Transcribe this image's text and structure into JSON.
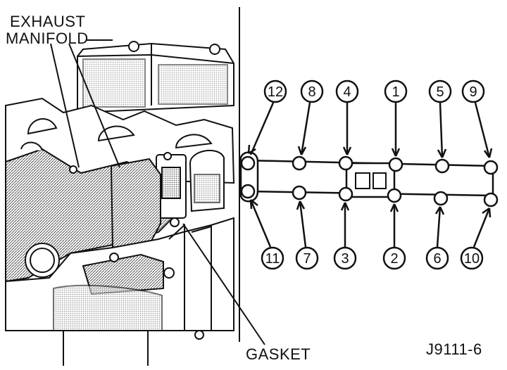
{
  "labels": {
    "exhaust": "EXHAUST",
    "manifold": "MANIFOLD",
    "gasket": "GASKET",
    "figure_id": "J9111-6"
  },
  "bolt_sequence": {
    "top": [
      "12",
      "8",
      "4",
      "1",
      "5",
      "9"
    ],
    "bottom": [
      "11",
      "7",
      "3",
      "2",
      "6",
      "10"
    ]
  },
  "colors": {
    "ink": "#111111",
    "paper": "#ffffff",
    "shade": "#9a9a9a"
  }
}
